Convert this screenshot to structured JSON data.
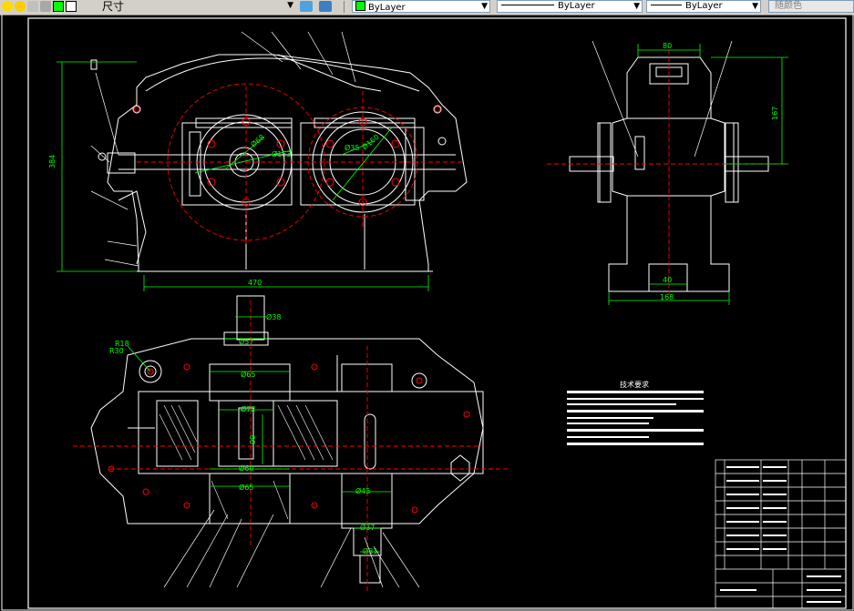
{
  "toolbar": {
    "dimstyle_label": "尺寸",
    "layer_combo": "ByLayer",
    "linetype_combo": "ByLayer",
    "lineweight_combo": "ByLayer",
    "plotstyle_combo": "随颜色",
    "layer_color": "#00ff00"
  },
  "drawing": {
    "front_view": {
      "height_dim": "384",
      "width_dim": "470",
      "pitch_dia_1": "Ø153",
      "pitch_dia_2": "Ø160",
      "pitch_dia_3": "Ø68",
      "pitch_dia_4": "Ø35"
    },
    "side_view": {
      "top_width_dim": "80",
      "height_dim": "167",
      "base_dim_inner": "40",
      "base_dim_outer": "168"
    },
    "plan_view": {
      "d38": "Ø38",
      "d57": "Ø57",
      "d65_upper": "Ø65",
      "d72": "Ø72",
      "d90": "90",
      "d60": "Ø60",
      "d65_lower": "Ø65",
      "d45": "Ø45",
      "d37": "Ø37",
      "d31": "Ø31",
      "r18": "R18",
      "r30": "R30"
    },
    "notes_title": "技术要求",
    "colors": {
      "outline": "#ffffff",
      "centerline": "#ff0000",
      "dimension": "#00ff00",
      "background": "#000000"
    }
  }
}
